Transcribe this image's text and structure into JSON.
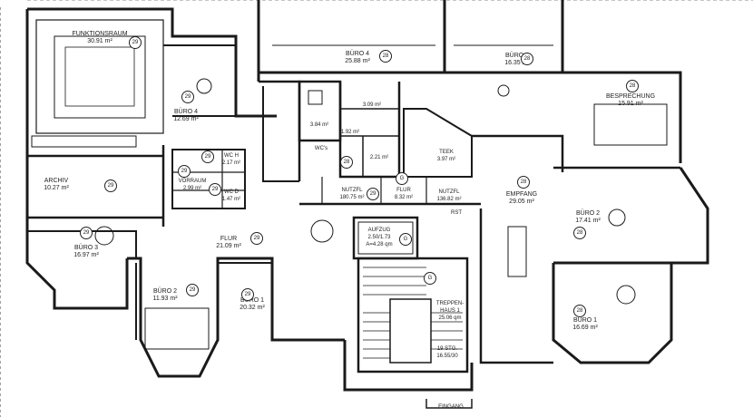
{
  "rooms": [
    {
      "id": "funktionsraum",
      "name": "FUNKTIONSRAUM",
      "area": "30.91 m²",
      "num": "29"
    },
    {
      "id": "buero4-left",
      "name": "BÜRO 4",
      "area": "12.69 m²",
      "num": "29"
    },
    {
      "id": "archiv",
      "name": "ARCHIV",
      "area": "10.27 m²",
      "num": "29"
    },
    {
      "id": "wc-h",
      "name": "WC H",
      "area": "2.17 m²",
      "num": "29"
    },
    {
      "id": "vorraum",
      "name": "VORRAUM",
      "area": "2.99 m²",
      "num": "29"
    },
    {
      "id": "wc-d",
      "name": "WC D",
      "area": "1.47 m²",
      "num": "29"
    },
    {
      "id": "flur-left",
      "name": "FLUR",
      "area": "21.09 m²",
      "num": "29"
    },
    {
      "id": "buero3-left",
      "name": "BÜRO 3",
      "area": "16.97 m²",
      "num": "29"
    },
    {
      "id": "buero2-left",
      "name": "BÜRO 2",
      "area": "11.93 m²",
      "num": "29"
    },
    {
      "id": "buero1-left",
      "name": "BÜRO 1",
      "area": "20.32 m²",
      "num": "29"
    },
    {
      "id": "buero4-top",
      "name": "BÜRO 4",
      "area": "25.88 m²",
      "num": "28"
    },
    {
      "id": "buero3-top",
      "name": "BÜRO 3",
      "area": "16.35 m²",
      "num": "28"
    },
    {
      "id": "besprechung",
      "name": "BESPRECHUNG",
      "area": "15.91 m²",
      "num": "28"
    },
    {
      "id": "r-384",
      "name": "",
      "area": "3.84 m²",
      "num": ""
    },
    {
      "id": "r-309",
      "name": "",
      "area": "3.09 m²",
      "num": ""
    },
    {
      "id": "r-192",
      "name": "",
      "area": "1.92 m²",
      "num": ""
    },
    {
      "id": "wcs",
      "name": "WC's",
      "area": "",
      "num": "28"
    },
    {
      "id": "r-221",
      "name": "",
      "area": "2.21 m²",
      "num": ""
    },
    {
      "id": "teek",
      "name": "TEEK",
      "area": "3.97 m²",
      "num": ""
    },
    {
      "id": "nutzfl-left",
      "name": "NUTZFL",
      "area": "180.75 m²",
      "num": "29"
    },
    {
      "id": "flur-mid",
      "name": "FLUR",
      "area": "8.32 m²",
      "num": "G"
    },
    {
      "id": "nutzfl-right",
      "name": "NUTZFL",
      "area": "136.82 m²",
      "num": ""
    },
    {
      "id": "empfang",
      "name": "EMPFANG",
      "area": "29.05 m²",
      "num": "28"
    },
    {
      "id": "buero2-right",
      "name": "BÜRO 2",
      "area": "17.41 m²",
      "num": "28"
    },
    {
      "id": "buero1-right",
      "name": "BÜRO 1",
      "area": "16.69 m²",
      "num": "28"
    },
    {
      "id": "aufzug",
      "name": "AUFZUG",
      "area": "2.50/1.73",
      "extra": "A=4.28 qm",
      "num": "G"
    },
    {
      "id": "treppenhaus",
      "name": "TREPPEN-",
      "name2": "HAUS 1",
      "area": "25.06 qm",
      "num": ""
    },
    {
      "id": "stufen",
      "name": "19 STG.",
      "area": "16.55/30",
      "num": ""
    },
    {
      "id": "eingang",
      "name": "EINGANG",
      "area": "",
      "num": ""
    }
  ],
  "marks": {
    "rst": "RST",
    "g_stair": "G"
  }
}
